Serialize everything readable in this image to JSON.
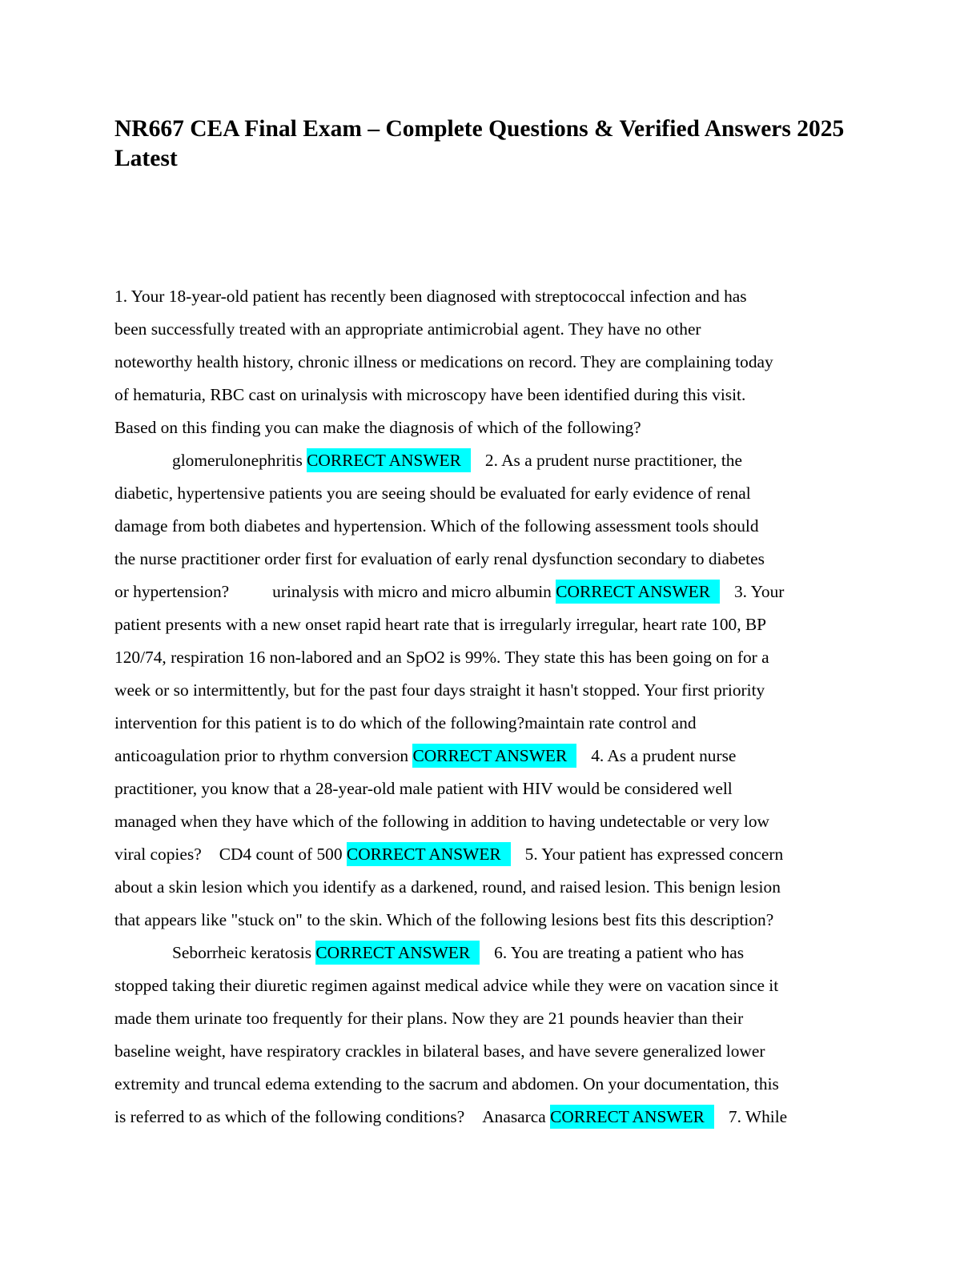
{
  "document": {
    "title": "NR667 CEA Final Exam – Complete Questions & Verified Answers 2025 Latest",
    "highlight_color": "#00ffff",
    "marker": "CORRECT ANSWER",
    "lines": {
      "l1": "1. Your 18-year-old patient has recently been diagnosed with streptococcal infection and has",
      "l2": "been successfully treated with an appropriate antimicrobial agent. They have no other",
      "l3": "noteworthy health history, chronic illness or medications on record. They are complaining today",
      "l4": "of hematuria, RBC cast on urinalysis with microscopy have been identified during this visit.",
      "l5": "Based on this finding you can make the diagnosis of which of the following?",
      "l6a": "glomerulonephritis ",
      "l6b": "2. As a prudent nurse practitioner, the",
      "l7": "diabetic, hypertensive patients you are seeing should be evaluated for early evidence of renal",
      "l8": "damage from both diabetes and hypertension. Which of the following assessment tools should",
      "l9": "the nurse practitioner order first for evaluation of early renal dysfunction secondary to diabetes",
      "l10a": "or hypertension?",
      "l10b": "urinalysis with micro and micro albumin ",
      "l10c": "3. Your",
      "l11": "patient presents with a new onset rapid heart rate that is irregularly irregular, heart rate 100, BP",
      "l12": "120/74, respiration 16 non-labored and an SpO2 is 99%. They state this has been going on for a",
      "l13": "week or so intermittently, but for the past four days straight it hasn't stopped. Your first priority",
      "l14": "intervention for this patient is to do which of the following?maintain rate control and",
      "l15a": "anticoagulation prior to rhythm conversion ",
      "l15b": "4. As a prudent nurse",
      "l16": "practitioner, you know that a 28-year-old male patient with HIV would be considered well",
      "l17": "managed when they have which of the following in addition to having undetectable or very low",
      "l18a": "viral copies?",
      "l18b": "CD4 count of 500 ",
      "l18c": "5. Your patient has expressed concern",
      "l19": "about a skin lesion which you identify as a darkened, round, and raised lesion. This benign lesion",
      "l20": "that appears like \"stuck on\" to the skin. Which of the following lesions best fits this description?",
      "l21a": "Seborrheic keratosis ",
      "l21b": "6. You are treating a patient who has",
      "l22": "stopped taking their diuretic regimen against medical advice while they were on vacation since it",
      "l23": "made them urinate too frequently for their plans. Now they are 21 pounds heavier than their",
      "l24": "baseline weight, have respiratory crackles in bilateral bases, and have severe generalized lower",
      "l25": "extremity and truncal edema extending to the sacrum and abdomen. On your documentation, this",
      "l26a": "is referred to as which of the following conditions?",
      "l26b": "Anasarca ",
      "l26c": "7. While"
    }
  }
}
